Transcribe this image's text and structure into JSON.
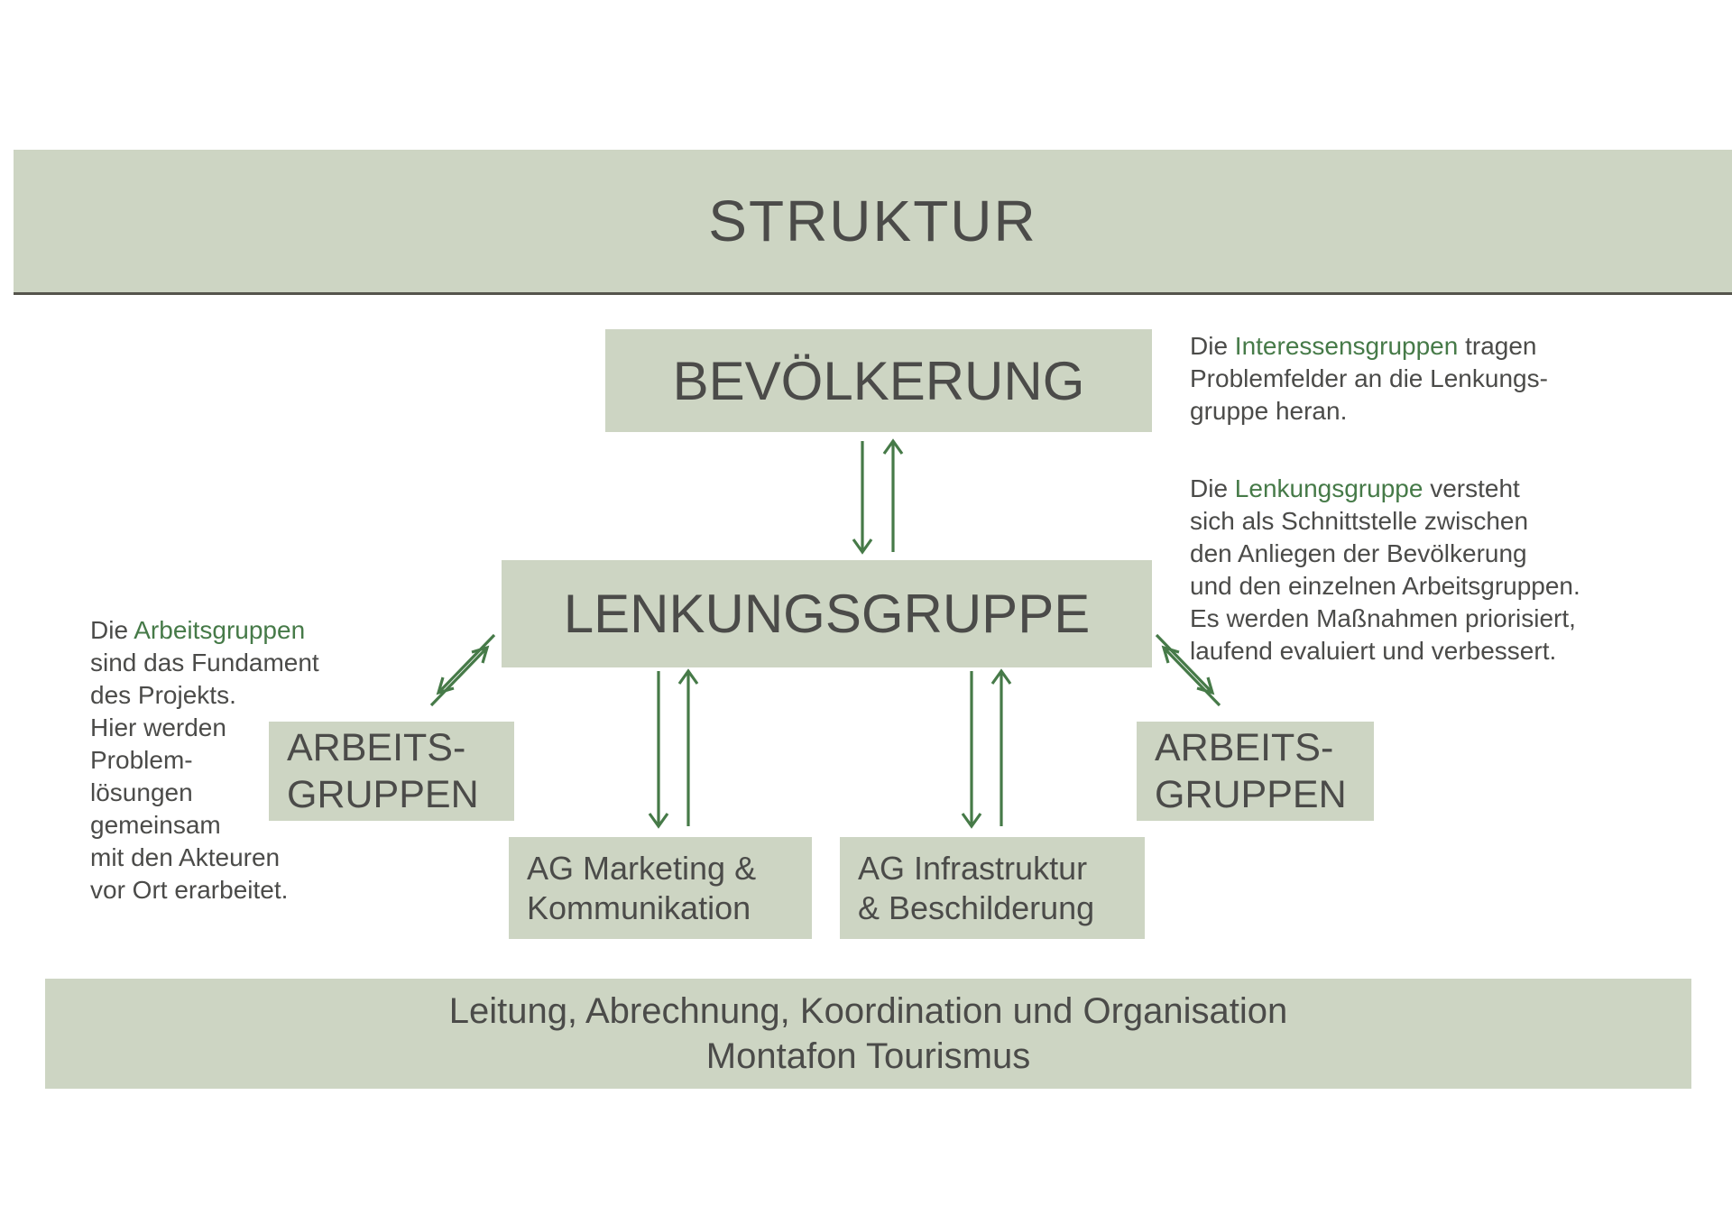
{
  "title": "STRUKTUR",
  "boxes": {
    "bevoelkerung": "BEVÖLKERUNG",
    "lenkungsgruppe": "LENKUNGSGRUPPE",
    "arbeitsgruppen_left": {
      "line1": "ARBEITS-",
      "line2": "GRUPPEN"
    },
    "arbeitsgruppen_right": {
      "line1": "ARBEITS-",
      "line2": "GRUPPEN"
    },
    "ag_marketing": {
      "line1": "AG Marketing &",
      "line2": "Kommunikation"
    },
    "ag_infrastruktur": {
      "line1": "AG Infrastruktur",
      "line2": "& Beschilderung"
    }
  },
  "notes": {
    "left": {
      "line1_prefix": "Die ",
      "line1_highlight": "Arbeitsgruppen",
      "line1_suffix": "",
      "lines": [
        "sind das Fundament",
        "des Projekts.",
        "Hier werden",
        "Problem-",
        "lösungen",
        "gemeinsam",
        "mit den Akteuren",
        "vor Ort erarbeitet."
      ]
    },
    "right_top": {
      "line1_prefix": "Die ",
      "line1_highlight": "Interessensgruppen",
      "line1_suffix": " tragen",
      "lines": [
        "Problemfelder an die Lenkungs-",
        "gruppe heran."
      ]
    },
    "right_bottom": {
      "line1_prefix": "Die ",
      "line1_highlight": "Lenkungsgruppe",
      "line1_suffix": " versteht",
      "lines": [
        "sich als Schnittstelle zwischen",
        "den Anliegen der Bevölkerung",
        "und den einzelnen Arbeitsgruppen.",
        "Es werden Maßnahmen priorisiert,",
        "laufend evaluiert und verbessert."
      ]
    }
  },
  "footer": {
    "line1": "Leitung, Abrechnung, Koordination und Organisation",
    "line2": "Montafon Tourismus"
  },
  "colors": {
    "box_bg": "#cdd5c3",
    "text": "#4b4b49",
    "accent_green": "#467a48"
  }
}
